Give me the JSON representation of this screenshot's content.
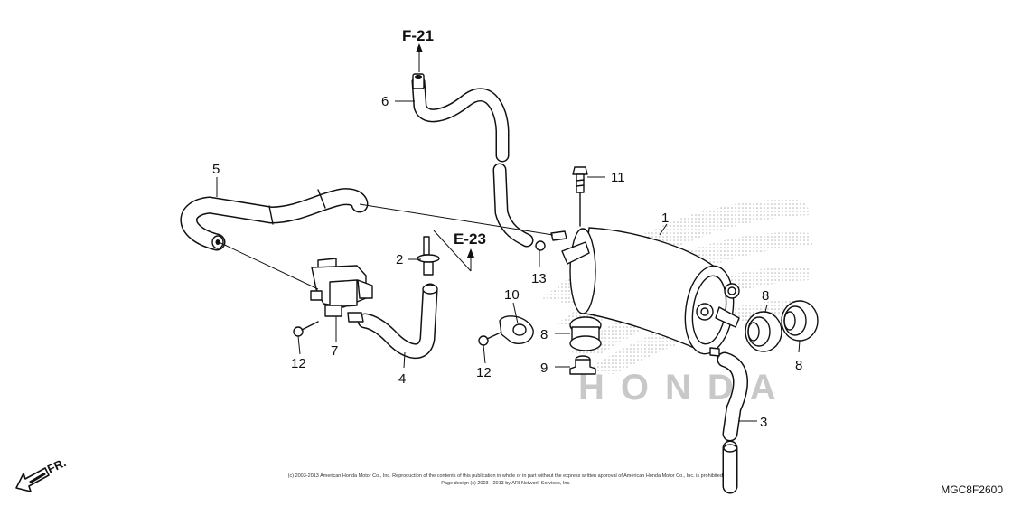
{
  "references": {
    "f21": "F-21",
    "e23": "E-23"
  },
  "labels": {
    "p1": "1",
    "p2": "2",
    "p3": "3",
    "p4": "4",
    "p5": "5",
    "p6": "6",
    "p7": "7",
    "p8a": "8",
    "p8b": "8",
    "p8c": "8",
    "p9": "9",
    "p10": "10",
    "p11": "11",
    "p12a": "12",
    "p12b": "12",
    "p13": "13"
  },
  "front_indicator": "FR.",
  "diagram_code": "MGC8F2600",
  "copyright": {
    "line1": "(c) 2003-2013 American Honda Motor Co., Inc. Reproduction of the contents of this publication in whole or in part without the express written approval of American Honda Motor Co., Inc. is prohibited.",
    "line2": "Page design (c) 2003 - 2013 by ARI Network Services, Inc."
  },
  "watermark": "HONDA",
  "colors": {
    "line": "#111111",
    "background": "#ffffff",
    "watermark_dots": "#b5b5b5"
  }
}
